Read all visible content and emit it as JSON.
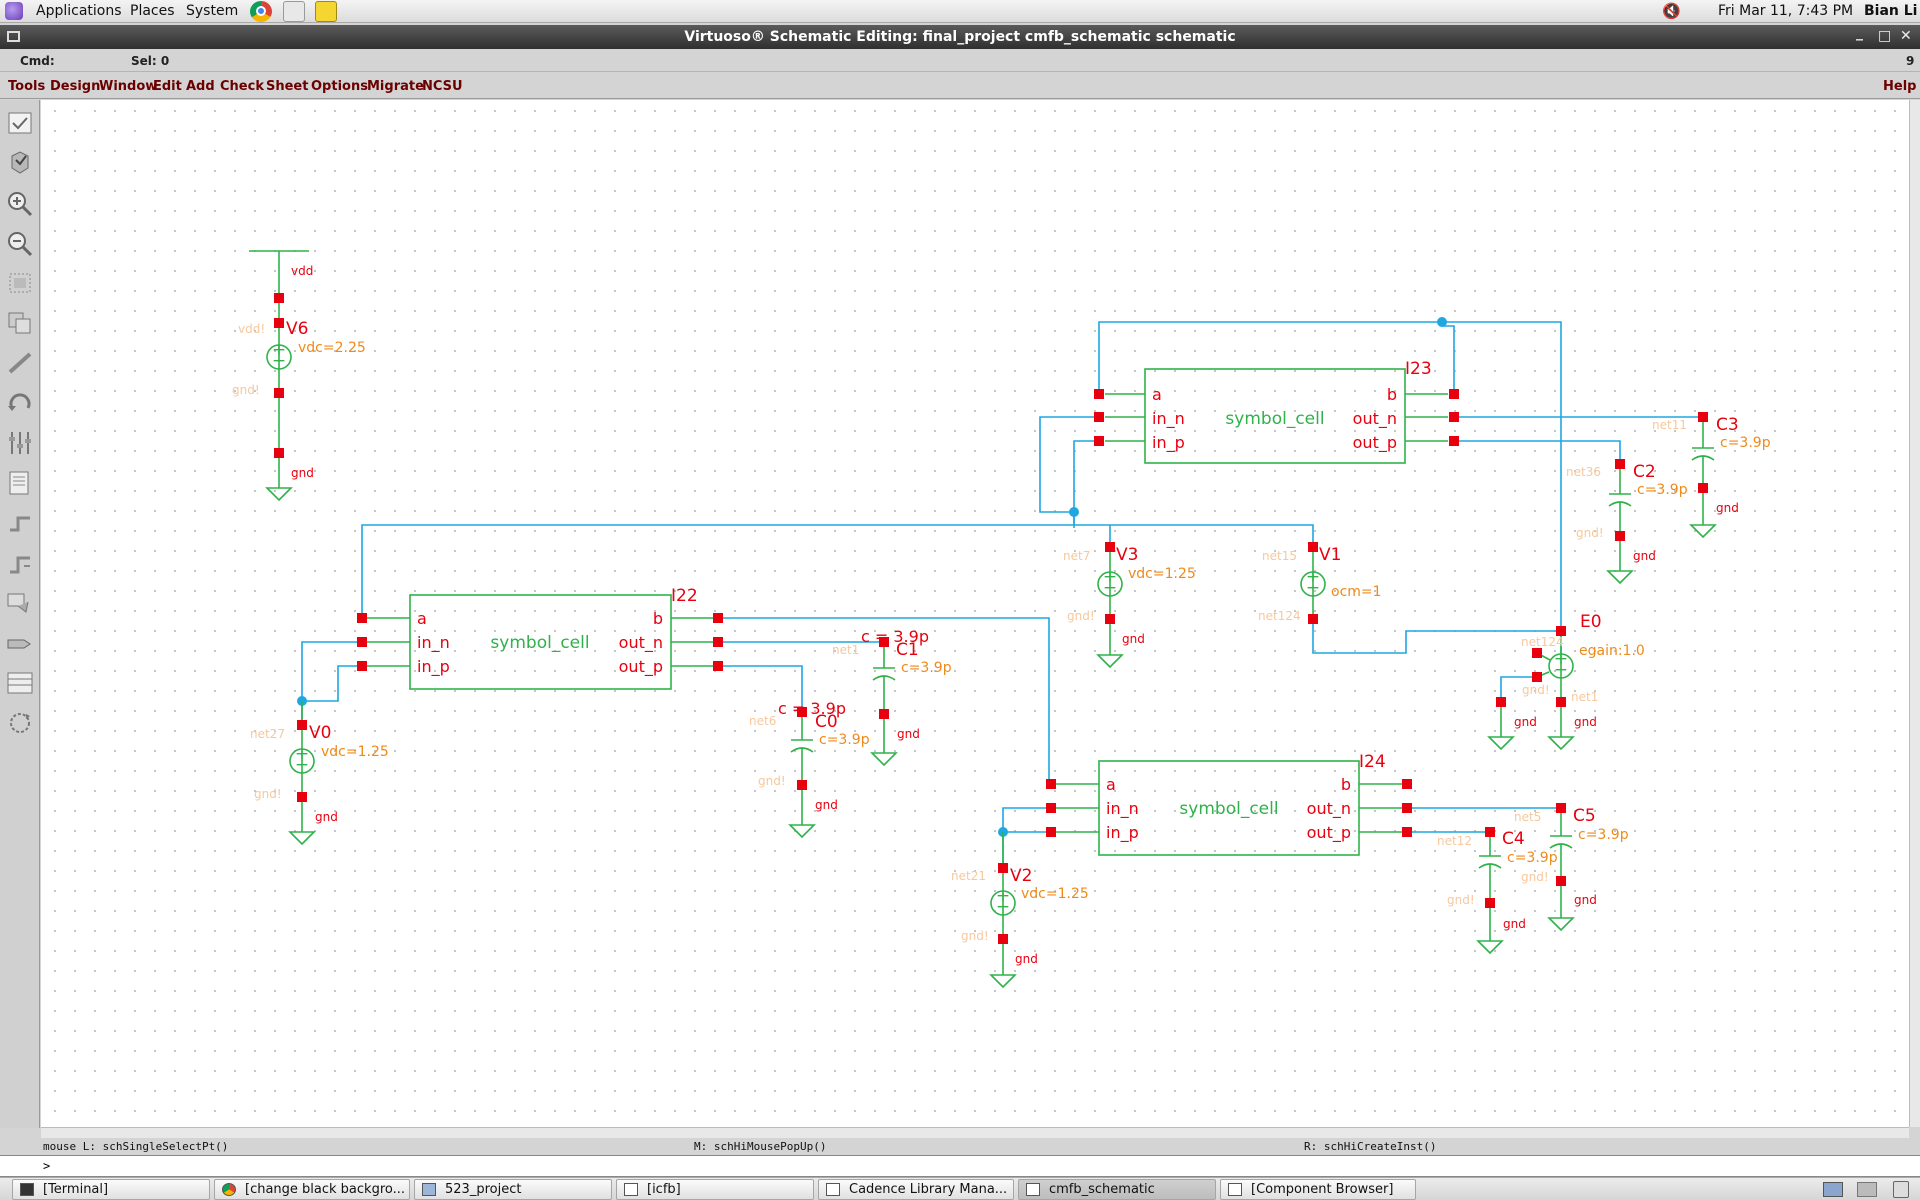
{
  "top_panel": {
    "menus": [
      "Applications",
      "Places",
      "System"
    ],
    "clock": "Fri Mar 11,  7:43 PM",
    "user": "Bian Li"
  },
  "window": {
    "title": "Virtuoso® Schematic Editing: final_project cmfb_schematic schematic",
    "controls": [
      "_",
      "□",
      "✕"
    ]
  },
  "status": {
    "cmd": "Cmd:",
    "sel": "Sel: 0",
    "right_num": "9"
  },
  "menubar": {
    "items": [
      "Tools",
      "Design",
      "Window",
      "Edit",
      "Add",
      "Check",
      "Sheet",
      "Options",
      "Migrate",
      "NCSU"
    ],
    "help": "Help"
  },
  "toolbar": {
    "icons": [
      "check-save-icon",
      "save-icon",
      "zoom-in-icon",
      "zoom-out-icon",
      "stretch-icon",
      "copy-icon",
      "wire-icon",
      "undo-icon",
      "property-icon",
      "instance-icon",
      "pin-icon",
      "wire-name-icon",
      "label-icon",
      "net-icon",
      "bus-icon",
      "rotate-icon"
    ]
  },
  "schematic": {
    "wire_color": "#1ea7e1",
    "pin_color": "#e8000f",
    "symbol_color": "#2fb24a",
    "param_color": "#ef8a1a",
    "net_label_color": "#f7c89c",
    "cells": {
      "I22": {
        "name": "I22",
        "cell": "symbol_cell",
        "pins_left": [
          "a",
          "in_n",
          "in_p"
        ],
        "pins_right": [
          "b",
          "out_n",
          "out_p"
        ]
      },
      "I23": {
        "name": "I23",
        "cell": "symbol_cell",
        "pins_left": [
          "a",
          "in_n",
          "in_p"
        ],
        "pins_right": [
          "b",
          "out_n",
          "out_p"
        ]
      },
      "I24": {
        "name": "I24",
        "cell": "symbol_cell",
        "pins_left": [
          "a",
          "in_n",
          "in_p"
        ],
        "pins_right": [
          "b",
          "out_n",
          "out_p"
        ]
      }
    },
    "sources": {
      "V6": {
        "name": "V6",
        "param": "vdc=2.25"
      },
      "V0": {
        "name": "V0",
        "param": "vdc=1.25"
      },
      "V2": {
        "name": "V2",
        "param": "vdc=1.25"
      },
      "V3": {
        "name": "V3",
        "param": "vdc=1.25"
      },
      "V1": {
        "name": "V1",
        "param": "ocm=1"
      },
      "E0": {
        "name": "E0",
        "param": "egain:1.0"
      }
    },
    "caps": {
      "C0": {
        "name": "C0",
        "param": "c=3.9p"
      },
      "C1": {
        "name": "C1",
        "param": "c=3.9p"
      },
      "C2": {
        "name": "C2",
        "param": "c=3.9p"
      },
      "C3": {
        "name": "C3",
        "param": "c=3.9p"
      },
      "C4": {
        "name": "C4",
        "param": "c=3.9p"
      },
      "C5": {
        "name": "C5",
        "param": "c=3.9p"
      }
    },
    "labels": {
      "vdd": "vdd",
      "vdd_pin": "vdd!",
      "gnd": "gnd",
      "gnd_pin": "gnd!",
      "c_top_c1": "c = 3.9p",
      "c_top_c0": "c = 3.9p",
      "net7": "net7",
      "net15": "net15",
      "net124": "net124",
      "net27": "net27",
      "net11": "net11",
      "net36": "net36",
      "net21": "net21",
      "net1": "net1",
      "net6": "net6",
      "net12": "net12",
      "net5": "net5"
    }
  },
  "mouse": {
    "left": "mouse L: schSingleSelectPt()",
    "middle": "M: schHiMousePopUp()",
    "right": "R: schHiCreateInst()"
  },
  "cmdline": {
    "prompt": ">"
  },
  "taskbar": {
    "tasks": [
      "[Terminal]",
      "[change black backgro...",
      "523_project",
      "[icfb]",
      "Cadence Library Mana...",
      "cmfb_schematic",
      "[Component Browser]"
    ]
  }
}
